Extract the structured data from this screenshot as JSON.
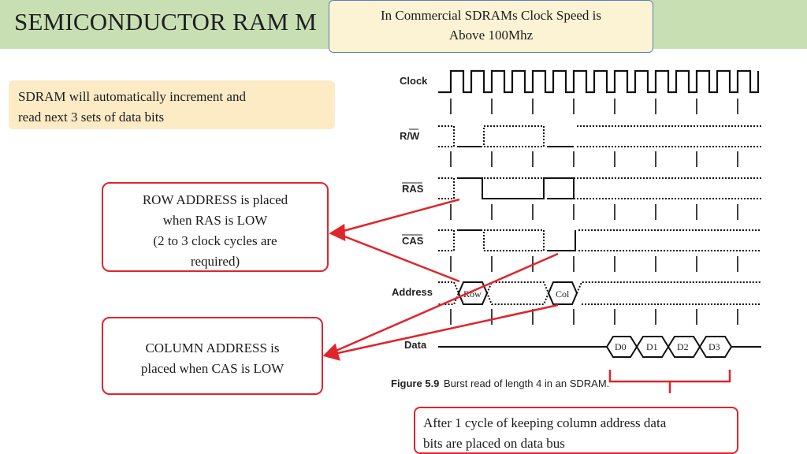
{
  "slide": {
    "title": "SEMICONDUCTOR RAM M",
    "callout": {
      "line1": "In Commercial SDRAMs Clock Speed is",
      "line2": "Above 100Mhz"
    },
    "note": {
      "line1": "SDRAM will automatically increment and",
      "line2": "read next 3 sets of data bits"
    },
    "row_box": {
      "line1": "ROW ADDRESS is placed",
      "line2": "when RAS is LOW",
      "line3": "(2 to 3 clock cycles are",
      "line4": "required)"
    },
    "col_box": {
      "line1": "COLUMN ADDRESS is",
      "line2": "placed when CAS is LOW"
    },
    "bottom_box": {
      "line1": "After 1 cycle of keeping column address data",
      "line2": "bits are placed on data bus"
    }
  },
  "diagram": {
    "signals": {
      "clock": "Clock",
      "rw": "R/W",
      "ras": "RAS",
      "cas": "CAS",
      "address": "Address",
      "data": "Data"
    },
    "address_labels": {
      "row": "Row",
      "col": "Col"
    },
    "data_labels": [
      "D0",
      "D1",
      "D2",
      "D3"
    ],
    "caption_number": "Figure 5.9",
    "caption_text": "Burst read of length 4 in an SDRAM."
  },
  "colors": {
    "title_bar": "#c8dfb4",
    "callout_bg": "#fbf3d4",
    "note_bg": "#fdebc6",
    "arrow_red": "#e0242c"
  }
}
